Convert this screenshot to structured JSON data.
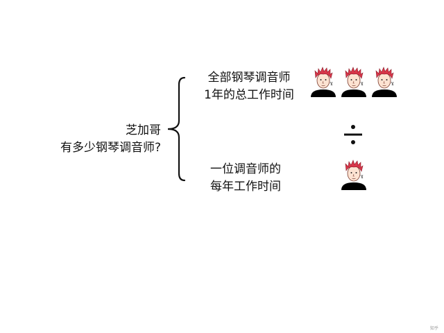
{
  "diagram": {
    "question": {
      "line1": "芝加哥",
      "line2": "有多少钢琴调音师?"
    },
    "numerator": {
      "line1": "全部钢琴调音师",
      "line2": "1年的总工作时间"
    },
    "denominator": {
      "line1": "一位调音师的",
      "line2": "每年工作时间"
    },
    "operator": "divide",
    "numerator_people_count": 3,
    "denominator_people_count": 1,
    "watermark": "知乎"
  },
  "colors": {
    "hair": "#d9364a",
    "skin": "#fde3d2",
    "body": "#000000",
    "text": "#111111"
  }
}
